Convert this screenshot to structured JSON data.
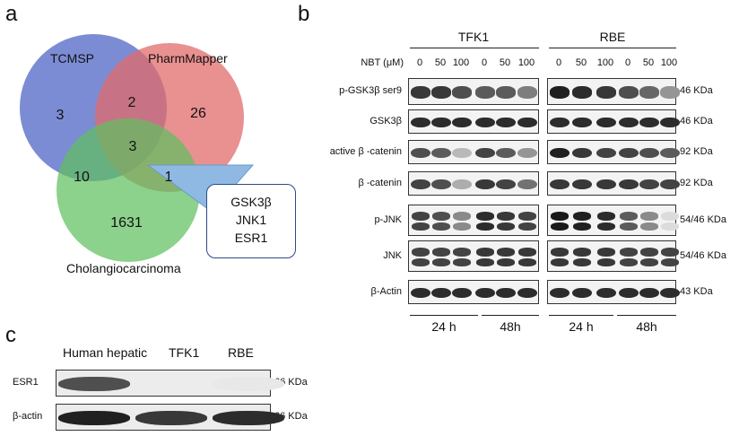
{
  "panels": {
    "a": "a",
    "b": "b",
    "c": "c"
  },
  "venn": {
    "sets": [
      {
        "name": "TCMSP",
        "color": "#5b6fc9"
      },
      {
        "name": "PharmMapper",
        "color": "#e26b6b"
      },
      {
        "name": "Cholangiocarcinoma",
        "color": "#5fbf5f"
      }
    ],
    "regions": {
      "tcmsp_only": "3",
      "tcmsp_pharm": "2",
      "pharm_only": "26",
      "all_three": "3",
      "tcmsp_chol": "10",
      "pharm_chol": "1",
      "chol_only": "1631"
    },
    "callout": [
      "GSK3β",
      "JNK1",
      "ESR1"
    ],
    "callout_color": "#8fb9e3"
  },
  "western_b": {
    "cell_lines": [
      "TFK1",
      "RBE"
    ],
    "nbt_label": "NBT (μM)",
    "doses": [
      "0",
      "50",
      "100",
      "0",
      "50",
      "100"
    ],
    "rows": [
      {
        "protein": "p-GSK3β ser9",
        "kda": "46 KDa"
      },
      {
        "protein": "GSK3β",
        "kda": "46 KDa"
      },
      {
        "protein": "active β -catenin",
        "kda": "92 KDa"
      },
      {
        "protein": "β -catenin",
        "kda": "92 KDa"
      },
      {
        "protein": "p-JNK",
        "kda": "54/46 KDa"
      },
      {
        "protein": "JNK",
        "kda": "54/46 KDa"
      },
      {
        "protein": "β-Actin",
        "kda": "43 KDa"
      }
    ],
    "times": [
      "24 h",
      "48h",
      "24 h",
      "48h"
    ]
  },
  "western_c": {
    "lanes": [
      "Human hepatic",
      "TFK1",
      "RBE"
    ],
    "rows": [
      {
        "protein": "ESR1",
        "kda": "66 KDa"
      },
      {
        "protein": "β-actin",
        "kda": "66 KDa"
      }
    ]
  }
}
